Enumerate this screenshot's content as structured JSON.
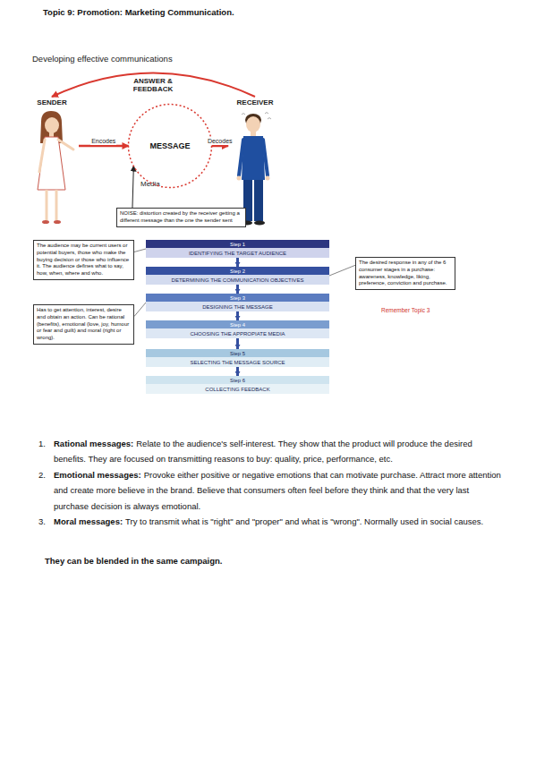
{
  "diagram": {
    "title": "Topic 9: Promotion: Marketing Communication.",
    "nodes": [
      {
        "text": [
          "SENDER"
        ]
      },
      {
        "text": [
          "MESSAGE"
        ]
      },
      {
        "text": [
          "RECEIVER"
        ]
      },
      {
        "text": [
          "NOISE: distortion created by the receiver getting a different message than the one the sender sent"
        ]
      },
      {
        "text": [
          "The audience may be current users or potential buyers, those who make the buying decision or those who influence it. The audience defines what to say, how, when, where and who."
        ]
      },
      {
        "text": [
          "Step 1",
          "IDENTIFYING THE TARGET AUDIENCE"
        ]
      },
      {
        "text": [
          "Step 2",
          "DETERMINING THE COMMUNICATION OBJECTIVES"
        ]
      },
      {
        "text": [
          "The desired response in any of the 6 consumer stages in a purchase: awareness, knowledge, liking, preference, conviction and purchase."
        ]
      },
      {
        "text": [
          "Has to get attention, interest, desire and obtain an action. Can be rational (benefits), emotional (love, joy, humour or fear and guilt) and moral (right or wrong)."
        ]
      },
      {
        "text": [
          "Step 3",
          "DESIGNING THE MESSAGE"
        ]
      },
      {
        "text": [
          "Step 4",
          "CHOOSING THE APPROPIATE MEDIA"
        ]
      },
      {
        "text": [
          "Step 5",
          "SELECTING THE MESSAGE SOURCE"
        ]
      },
      {
        "text": [
          "Step 6",
          "COLLECTING FEEDBACK"
        ]
      }
    ],
    "edges": [
      {
        "from": 0,
        "to": 1,
        "label": "Encodes",
        "arrow": "to"
      },
      {
        "from": 1,
        "to": 2,
        "label": "Decodes",
        "arrow": "to"
      },
      {
        "from": 2,
        "to": 0,
        "label": "ANSWER & FEEDBACK",
        "arrow": "to"
      },
      {
        "from": 3,
        "to": 1,
        "arrow": "to"
      },
      {
        "from": 4,
        "to": 5,
        "arrow": "none"
      },
      {
        "from": 5,
        "to": 6,
        "arrow": "to"
      },
      {
        "from": 7,
        "to": 6,
        "arrow": "none"
      },
      {
        "from": 6,
        "to": 9,
        "arrow": "to"
      },
      {
        "from": 8,
        "to": 9,
        "arrow": "none"
      },
      {
        "from": 9,
        "to": 10,
        "arrow": "to"
      },
      {
        "from": 10,
        "to": 11,
        "arrow": "to"
      },
      {
        "from": 11,
        "to": 12,
        "arrow": "to"
      }
    ],
    "labels": [
      "Developing effective communications",
      "Media",
      "Remember Topic 3",
      "1.",
      "Rational messages:",
      "Relate to the audience's self-interest. They show that the product will produce the desired benefits. They are focused on transmitting reasons to buy: quality, price, performance, etc.",
      "2.",
      "Emotional messages:",
      "Provoke either positive or negative emotions that can motivate purchase. Attract more attention and create more believe in the brand. Believe that consumers often feel before they think and that the very last purchase decision is always emotional.",
      "3.",
      "Moral messages:",
      "Try to transmit what is \"right\" and \"proper\" and what is \"wrong\". Normally used in social causes.",
      "They can be blended in the same campaign."
    ]
  }
}
